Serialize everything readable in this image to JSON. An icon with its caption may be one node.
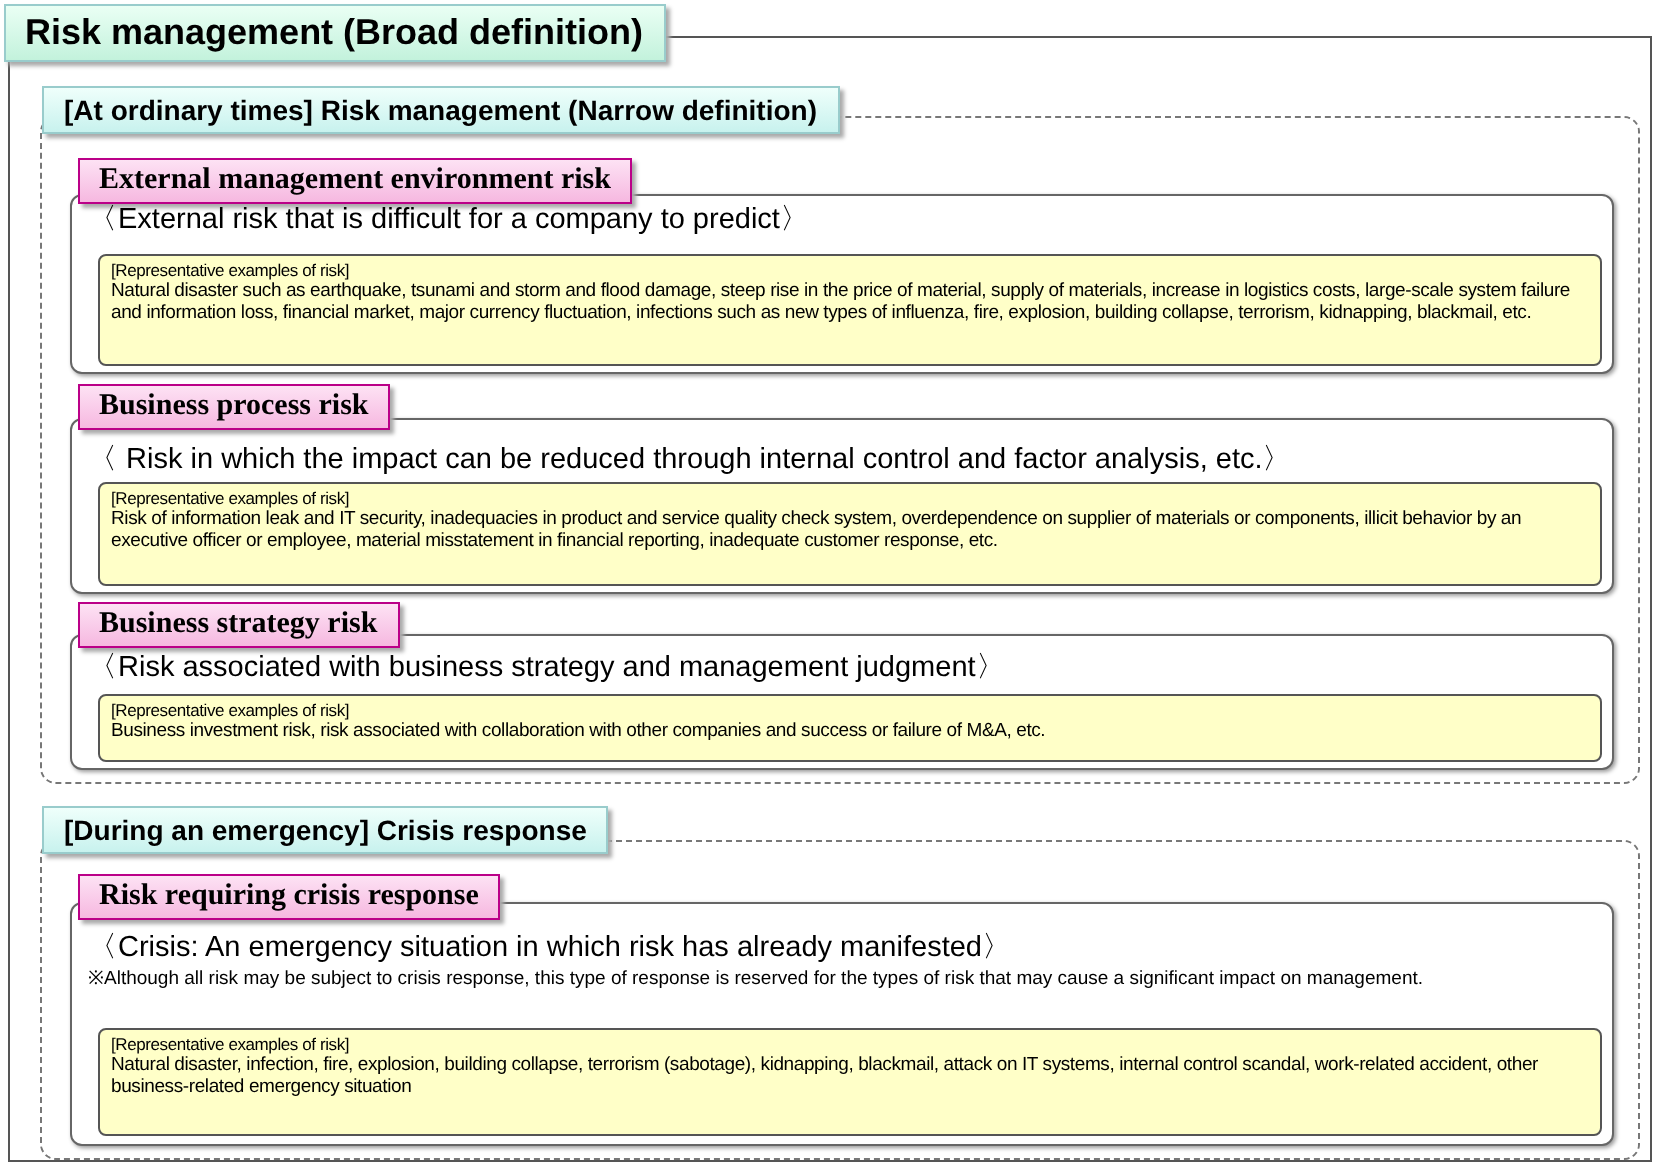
{
  "diagram": {
    "nodes": [
      {
        "text": [
          "Risk management (Broad definition)"
        ]
      },
      {
        "text": [
          "[At ordinary times] Risk management (Narrow definition)"
        ],
        "in": 0
      },
      {
        "text": [
          "External management environment risk",
          "〈External risk that is difficult for a company to predict〉"
        ],
        "in": 1
      },
      {
        "text": [
          "[Representative examples of risk]",
          "Natural disaster such as earthquake, tsunami and storm and flood damage, steep rise in the price of material, supply of materials, increase in logistics costs, large-scale system failure and information loss, financial market, major currency fluctuation, infections such as new types of influenza, fire, explosion, building collapse, terrorism, kidnapping, blackmail, etc."
        ],
        "in": 2
      },
      {
        "text": [
          "Business process risk",
          "〈 Risk in which the impact can be reduced through internal control and factor analysis, etc.〉"
        ],
        "in": 1
      },
      {
        "text": [
          "[Representative examples of risk]",
          "Risk of information leak and IT security, inadequacies in product and service quality check system, overdependence on supplier of materials or components, illicit behavior by an executive officer or employee, material misstatement in financial reporting, inadequate customer response, etc."
        ],
        "in": 4
      },
      {
        "text": [
          "Business strategy risk",
          "〈Risk associated with business strategy and management judgment〉"
        ],
        "in": 1
      },
      {
        "text": [
          "[Representative examples of risk]",
          "Business investment risk, risk associated with collaboration with other companies and success or failure of M&A, etc."
        ],
        "in": 6
      },
      {
        "text": [
          "[During an emergency] Crisis response"
        ],
        "in": 0
      },
      {
        "text": [
          "Risk requiring crisis response",
          "〈Crisis: An emergency situation in which risk has already manifested〉",
          "※Although all risk may be subject to crisis response, this type of response is reserved for the types of risk that may cause a significant impact on management."
        ],
        "in": 8
      },
      {
        "text": [
          "[Representative examples of risk]",
          "Natural disaster, infection, fire, explosion, building collapse, terrorism (sabotage), kidnapping, blackmail, attack on IT systems, internal control scandal, work-related accident, other business-related emergency situation"
        ],
        "in": 9
      }
    ]
  }
}
